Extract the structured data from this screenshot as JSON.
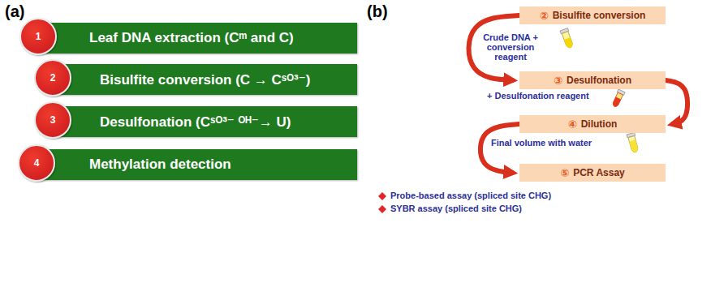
{
  "diagram": {
    "nodes": [
      {
        "text": [
          "1"
        ]
      },
      {
        "text": [
          "Leaf DNA extraction (Cᵐ and C)"
        ]
      },
      {
        "text": [
          "2"
        ]
      },
      {
        "text": [
          "Bisulfite conversion (C → Cˢᴼ³⁻)"
        ]
      },
      {
        "text": [
          "3"
        ]
      },
      {
        "text": [
          "Desulfonation (Cˢᴼ³⁻ ᴼᴴ⁻→ U)"
        ]
      },
      {
        "text": [
          "4"
        ]
      },
      {
        "text": [
          "Methylation detection"
        ]
      },
      {
        "text": [
          "②",
          "Bisulfite conversion"
        ]
      },
      {
        "text": [
          "③",
          "Desulfonation"
        ]
      },
      {
        "text": [
          "④",
          "Dilution"
        ]
      },
      {
        "text": [
          "⑤",
          "PCR Assay"
        ]
      }
    ],
    "edges": [
      {
        "from": 8,
        "to": 9,
        "arrow": "to"
      },
      {
        "from": 9,
        "to": 10,
        "arrow": "to"
      },
      {
        "from": 10,
        "to": 11,
        "arrow": "to"
      }
    ],
    "labels": [
      "(a)",
      "(b)",
      "Crude DNA + conversion reagent",
      "+ Desulfonation reagent",
      "Final volume with water",
      "Probe-based assay (spliced site CHG)",
      "SYBR assay (spliced site CHG)"
    ]
  }
}
